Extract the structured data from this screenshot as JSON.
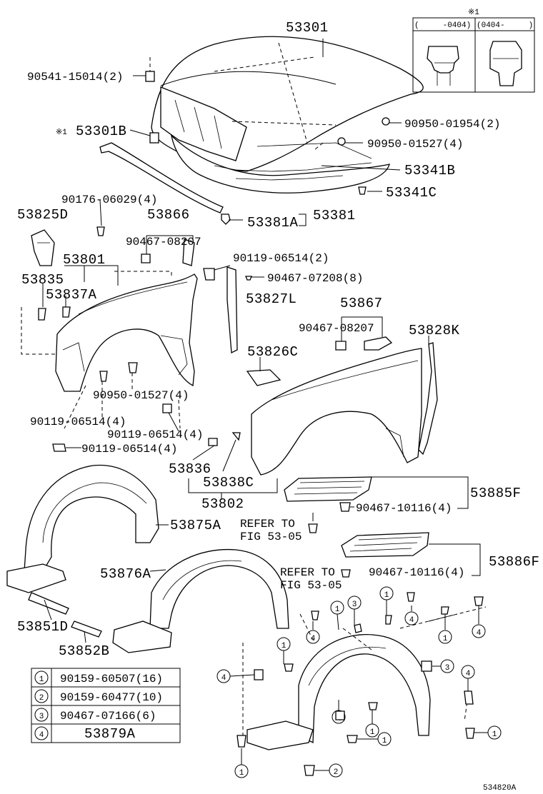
{
  "callouts": {
    "hood": "53301",
    "bolt_hood_bumper": "90541-15014(2)",
    "ref_mark": "※1",
    "hood_seal": "53301B",
    "cushion_1954": "90950-01954(2)",
    "cushion_1527_top": "90950-01527(4)",
    "hood_insulator": "53341B",
    "insulator_clip": "53341C",
    "clip_6029": "90176-06029(4)",
    "seal_53381": "53381",
    "seal_53381a": "53381A",
    "bracket_53825d": "53825D",
    "set_53866": "53866",
    "clip_08207_left": "90467-08207",
    "set_53801": "53801",
    "part_53835": "53835",
    "part_53837a": "53837A",
    "screw_06514_a": "90119-06514(2)",
    "clip_07208": "90467-07208(8)",
    "seal_53827l": "53827L",
    "set_53867": "53867",
    "clip_08207_right": "90467-08207",
    "seal_53828k": "53828K",
    "spacer_53826c": "53826C",
    "cushion_1527_mid": "90950-01527(4)",
    "screw_06514_b": "90119-06514(4)",
    "screw_06514_c": "90119-06514(4)",
    "screw_06514_d": "90119-06514(4)",
    "part_53836": "53836",
    "part_53838c": "53838C",
    "fender_53802": "53802",
    "shield_53885f": "53885F",
    "clip_10116_a": "90467-10116(4)",
    "refer_a_1": "REFER TO",
    "refer_a_2": "FIG 53-05",
    "liner_53875a": "53875A",
    "liner_53876a": "53876A",
    "shield_53886f": "53886F",
    "refer_b_1": "REFER TO",
    "refer_b_2": "FIG 53-05",
    "clip_10116_b": "90467-10116(4)",
    "seal_53851d": "53851D",
    "seal_53852b": "53852B",
    "code": "534820A"
  },
  "inset": {
    "note": "※1",
    "col_left": "(　　　-0404)",
    "col_right": "(0404-　　　)"
  },
  "legend": [
    {
      "num": "1",
      "part": "90159-60507(16)"
    },
    {
      "num": "2",
      "part": "90159-60477(10)"
    },
    {
      "num": "3",
      "part": "90467-07166(6)"
    },
    {
      "num": "4",
      "part": "53879A"
    }
  ],
  "markers": [
    "1",
    "2",
    "3",
    "4"
  ]
}
